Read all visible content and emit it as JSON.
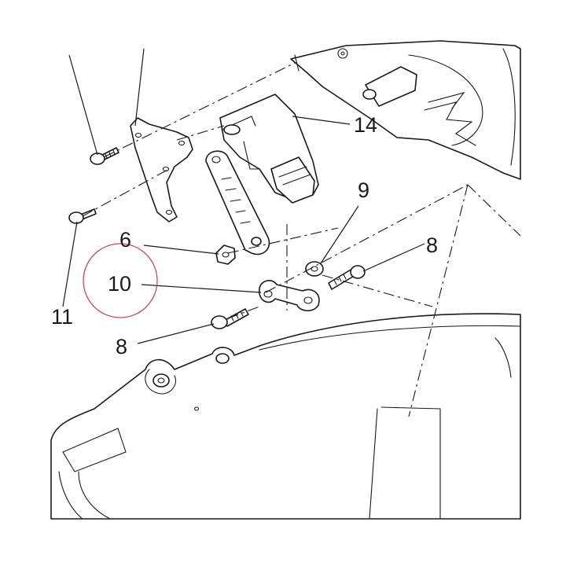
{
  "diagram": {
    "highlight_color": "#c0505a",
    "line_color": "#1a1a1a",
    "callouts": [
      {
        "id": "c14",
        "label": "14"
      },
      {
        "id": "c9",
        "label": "9"
      },
      {
        "id": "c8a",
        "label": "8"
      },
      {
        "id": "c6",
        "label": "6"
      },
      {
        "id": "c10",
        "label": "10"
      },
      {
        "id": "c11",
        "label": "11"
      },
      {
        "id": "c8b",
        "label": "8"
      }
    ]
  }
}
